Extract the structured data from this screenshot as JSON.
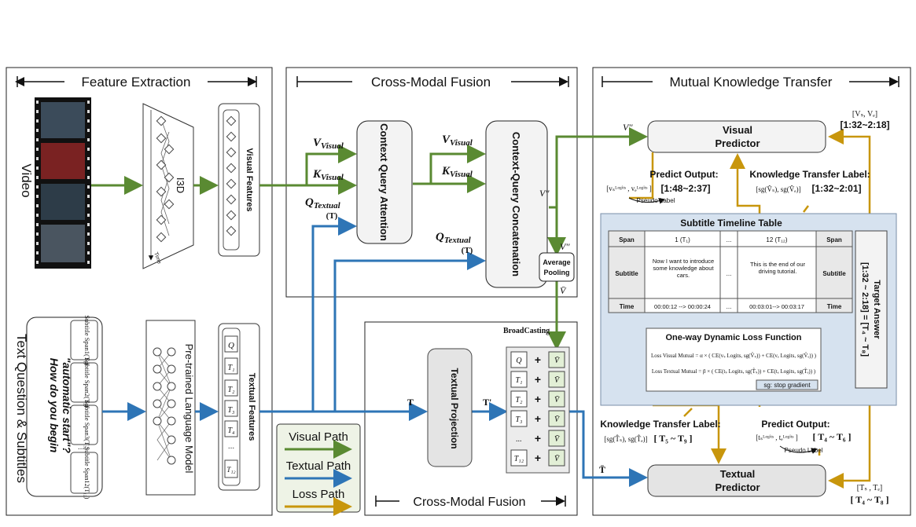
{
  "sections": {
    "feature_extraction": "Feature Extraction",
    "cross_modal_fusion_top": "Cross-Modal Fusion",
    "cross_modal_fusion_bottom": "Cross-Modal Fusion",
    "mutual_knowledge_transfer": "Mutual Knowledge Transfer"
  },
  "inputs": {
    "video_label": "Video",
    "text_label": "Text Question & Subtitles",
    "question_line1": "How do you begin",
    "question_line2": "\"automatic start\"?",
    "subtitles": [
      "Subtitle Span1(T₁)",
      "Subtitle Span2(T₂)",
      "Subtitle Span3(T₃)",
      "Subtitle Span12(T₁₂)"
    ],
    "ellipsis": "..."
  },
  "extractors": {
    "i3d": "I3D",
    "time": "Time",
    "plm": "Pre-trained Language Model"
  },
  "features": {
    "visual": "Visual Features",
    "textual": "Textual Features",
    "tokens": [
      "Q",
      "T₁",
      "T₂",
      "T₃",
      "T₄",
      "...",
      "T₁₂"
    ]
  },
  "fusion": {
    "cqa": "Context Query Attention",
    "cqc": "Context-Query Concatenation",
    "v_visual": "V",
    "k_visual": "K",
    "q_textual": "Q",
    "sub_visual": "Visual",
    "sub_textual": "Textual",
    "bold_T": "(T)",
    "v_double_prime": "V''",
    "avg_pool": "Average Pooling",
    "v_bar": "V̄",
    "broadcasting": "BroadCasting",
    "textual_projection": "Textual Projection",
    "T": "T",
    "T_prime": "T'",
    "T_bar": "T̄",
    "stack_left": [
      "Q",
      "T₁",
      "T₂",
      "T₃",
      "...",
      "T₁₂"
    ],
    "stack_right": [
      "V̄",
      "V̄",
      "V̄",
      "V̄",
      "V̄",
      "V̄"
    ],
    "plus": "+"
  },
  "legend": {
    "visual": "Visual Path",
    "textual": "Textual Path",
    "loss": "Loss Path"
  },
  "colors": {
    "visual": "#5a8a32",
    "textual": "#2e75b6",
    "loss": "#c8960c"
  },
  "transfer": {
    "visual_predictor": "Visual Predictor",
    "textual_predictor": "Textual Predictor",
    "vs_ve": "[Vₛ, Vₑ]",
    "vs_ve_time": "[1:32~2:18]",
    "predict_output_title": "Predict Output:",
    "predict_output_visual_expr": "[vₛᴸᵒᵍⁱᵗˢ , vₑᴸᵒᵍⁱᵗˢ ]",
    "predict_output_visual_time": "[1:48~2:37]",
    "pseudo_label": "Pseudo Label",
    "kt_label_title": "Knowledge Transfer Label:",
    "kt_label_visual_expr": "[sg(V̂ₛ), sg(V̂ₑ)]",
    "kt_label_visual_time": "[1:32~2:01]",
    "table_title": "Subtitle Timeline Table",
    "table_headers": [
      "Span",
      "Subtitle",
      "Time"
    ],
    "table_col1_span": "1 (T₁)",
    "table_col1_subtitle": "Now I want to introduce some knowledge about cars.",
    "table_col1_time": "00:00:12 --> 00:00:24",
    "table_dots": "...",
    "table_col2_span": "12 (T₁₂)",
    "table_col2_subtitle": "This is the end of our driving tutorial.",
    "table_col2_time": "00:03:01--> 00:03:17",
    "loss_title": "One-way Dynamic Loss Function",
    "loss_visual": "Loss Visual Mutual = α × ( CE(vₛ Logits, sg(V̂ₛ)) + CE(vₑ Logits, sg(V̂ₑ)) )",
    "loss_textual": "Loss Textual Mutual = β × ( CE(tₛ Logits, sg(T̂ₛ)) + CE(tₑ Logits, sg(T̂ₑ)) )",
    "sg_note": "sg: stop gradient",
    "target_answer": "Target Answer",
    "target_answer_range": "[1:32 ~ 2:18] = [T₄ ~ T₈]",
    "kt_label_textual_expr": "[sg(T̂ₛ), sg(T̂ₑ)]",
    "kt_label_textual_range": "[ T₅ ~ T₉ ]",
    "predict_output_textual_expr": "[tₛᴸᵒᵍⁱᵗˢ , tₑᴸᵒᵍⁱᵗˢ ]",
    "predict_output_textual_range": "[ T₄ ~ T₆ ]",
    "ts_te": "[Tₛ , Tₑ]",
    "ts_te_range": "[ T₄ ~ T₈ ]"
  }
}
